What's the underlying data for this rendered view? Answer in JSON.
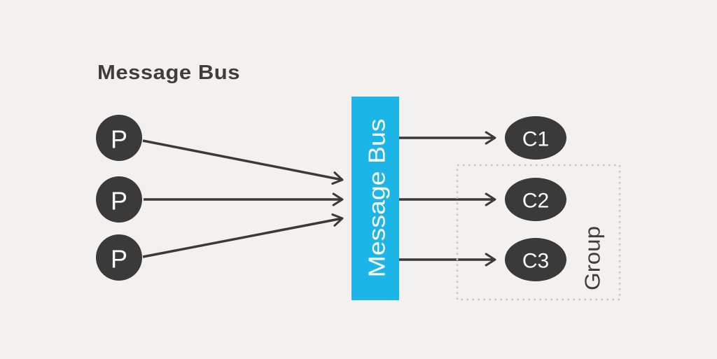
{
  "colors": {
    "background": "#f2f1f0",
    "node_dark": "#3a3a3a",
    "bus_cyan": "#1cb5e8",
    "text_dark": "#3e3e3e",
    "label_light": "#ffffff",
    "group_border": "#c4c4c4",
    "arrow": "#3a3a3a"
  },
  "diagram": {
    "title": "Message Bus",
    "bus": {
      "label": "Message Bus"
    },
    "producers": [
      {
        "label": "P"
      },
      {
        "label": "P"
      },
      {
        "label": "P"
      }
    ],
    "consumers": [
      {
        "label": "C1"
      },
      {
        "label": "C2"
      },
      {
        "label": "C3"
      }
    ],
    "group": {
      "label": "Group"
    }
  }
}
